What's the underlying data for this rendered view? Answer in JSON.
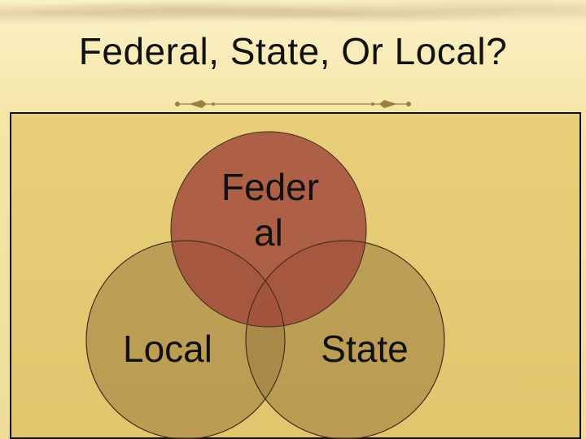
{
  "slide": {
    "title": "Federal, State, Or Local?"
  },
  "venn": {
    "circles": [
      {
        "id": "federal",
        "label_lines": [
          "Feder",
          "al"
        ],
        "color": "#a0483a"
      },
      {
        "id": "local",
        "label_lines": [
          "Local"
        ],
        "color": "#9a7a3e"
      },
      {
        "id": "state",
        "label_lines": [
          "State"
        ],
        "color": "#9a7a3e"
      }
    ]
  },
  "colors": {
    "background": "#f3e4a6",
    "panel": "#e6c972",
    "border": "#111111",
    "divider": "#9a8040"
  }
}
